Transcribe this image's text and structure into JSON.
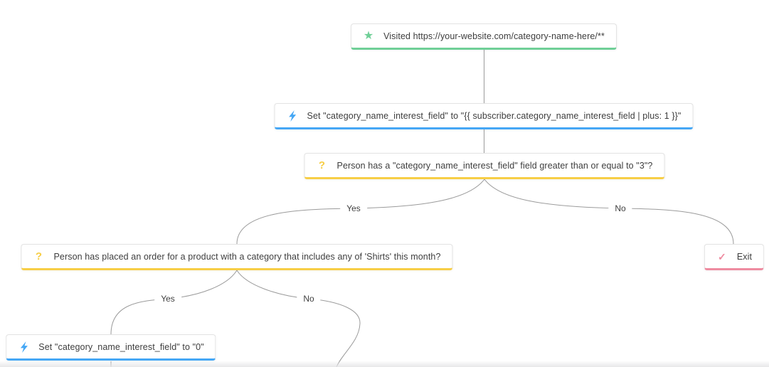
{
  "canvas": {
    "background": "#ffffff",
    "connector_color": "#9b9b9b"
  },
  "nodes": {
    "visited": {
      "label": "Visited https://your-website.com/category-name-here/**",
      "type": "trigger",
      "icon": "star-icon",
      "accent": "#6fcf97"
    },
    "set_increment": {
      "label": "Set \"category_name_interest_field\" to \"{{ subscriber.category_name_interest_field | plus: 1 }}\"",
      "type": "action",
      "icon": "lightning-icon",
      "accent": "#45a7f5"
    },
    "condition_interest": {
      "label": "Person has a \"category_name_interest_field\" field greater than or equal to \"3\"?",
      "type": "decision",
      "icon": "question-icon",
      "accent": "#f7ce46"
    },
    "condition_order": {
      "label": "Person has placed an order for a product with a category that includes any of 'Shirts' this month?",
      "type": "decision",
      "icon": "question-icon",
      "accent": "#f7ce46"
    },
    "exit": {
      "label": "Exit",
      "type": "exit",
      "icon": "check-icon",
      "accent": "#ee8ba0"
    },
    "set_zero": {
      "label": "Set \"category_name_interest_field\" to \"0\"",
      "type": "action",
      "icon": "lightning-icon",
      "accent": "#45a7f5"
    }
  },
  "branch_labels": {
    "branch1_yes": "Yes",
    "branch1_no": "No",
    "branch2_yes": "Yes",
    "branch2_no": "No"
  }
}
